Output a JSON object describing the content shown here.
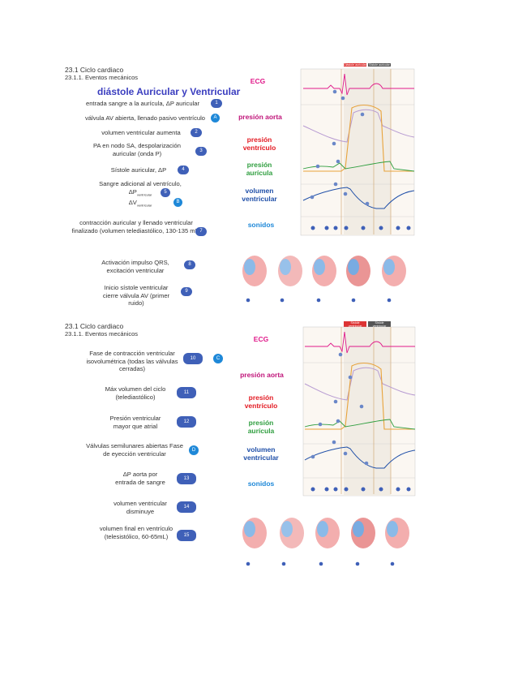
{
  "slide1": {
    "section": "23.1 Ciclo cardiaco",
    "subsection": "23.1.1. Eventos mecánicos",
    "heading": "diástole Auricular y Ventricular",
    "items": [
      {
        "text": "entrada sangre a la aurícula, ΔP auricular",
        "badge": "1"
      },
      {
        "text": "válvula AV abierta, llenado pasivo ventrículo",
        "badge": "A"
      },
      {
        "text": "volumen ventricular aumenta",
        "badge": "2"
      },
      {
        "text": "PA en nodo SA, despolarización auricular (onda P)",
        "badge": "3"
      },
      {
        "text": "Sístole auricular, ΔP",
        "badge": "4"
      },
      {
        "text": "Sangre adicional al ventrículo, ΔP",
        "sub": "ventricular",
        "text2": "ΔV",
        "sub2": "ventricular",
        "badge": "5",
        "badge2": "B"
      },
      {
        "text": "contracción auricular y llenado ventricular finalizado (volumen telediastólico, 130-135 mL)",
        "badge": "7"
      },
      {
        "text": "Activación impulso QRS, excitación ventricular",
        "badge": "8"
      },
      {
        "text": "Inicio sístole ventricular cierre válvula AV (primer ruido)",
        "badge": "9"
      }
    ],
    "figure": {
      "labels": {
        "ecg": "ECG",
        "aorta": "presión aorta",
        "ventriculo": "presión ventrículo",
        "auricula": "presión aurícula",
        "volumen": "volumen ventricular",
        "sonidos": "sonidos"
      },
      "header_tags": [
        "Diástole auricular",
        "Sístole auricular"
      ]
    }
  },
  "slide2": {
    "section": "23.1 Ciclo cardiaco",
    "subsection": "23.1.1. Eventos mecánicos",
    "items": [
      {
        "text": "Fase de contracción ventricular isovolumétrica (todas las válvulas cerradas)",
        "badge": "10",
        "badge2": "C"
      },
      {
        "text": "Máx volumen del ciclo (telediastólico)",
        "badge": "11"
      },
      {
        "text": "Presión ventricular mayor que atrial",
        "badge": "12"
      },
      {
        "text": "Válvulas semilunares abiertas Fase de eyección ventricular",
        "badge": "D"
      },
      {
        "text": "ΔP aorta por entrada de sangre",
        "badge": "13"
      },
      {
        "text": "volumen ventricular disminuye",
        "badge": "14"
      },
      {
        "text": "volumen final en ventrículo (telesistólico, 60-65mL)",
        "badge": "15"
      }
    ],
    "figure": {
      "labels": {
        "ecg": "ECG",
        "aorta": "presión aorta",
        "ventriculo": "presión ventrículo",
        "auricula": "presión aurícula",
        "volumen": "volumen ventricular",
        "sonidos": "sonidos"
      },
      "header_tags": [
        "Sístole ventricular",
        "Sístole ventricular"
      ]
    }
  },
  "colors": {
    "ecg": "#e0198a",
    "aorta": "#c0157a",
    "ventriculo": "#e31b23",
    "auricula": "#2f9e3f",
    "volumen": "#1f4fa8",
    "sonidos": "#1e88d8",
    "badge": "#3f60b8"
  }
}
